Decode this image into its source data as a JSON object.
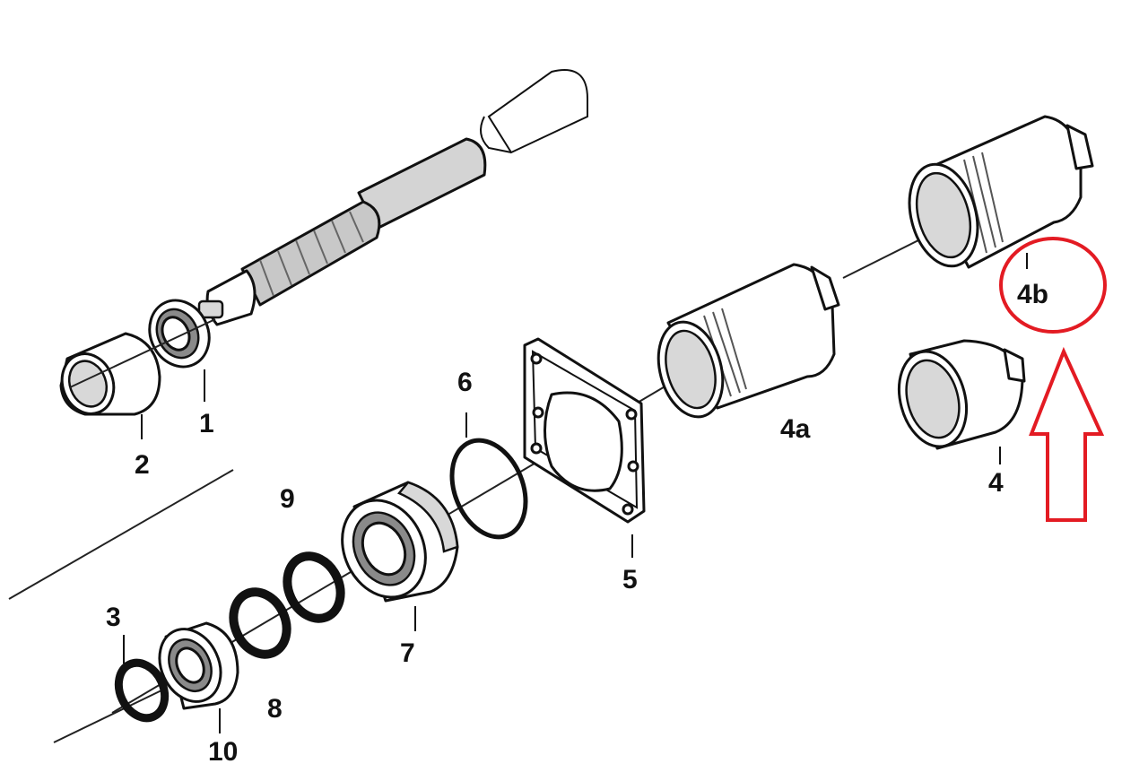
{
  "labels": {
    "part_1": "1",
    "part_2": "2",
    "part_3": "3",
    "part_4": "4",
    "part_4a": "4a",
    "part_4b": "4b",
    "part_5": "5",
    "part_6": "6",
    "part_7": "7",
    "part_8": "8",
    "part_9": "9",
    "part_10": "10"
  },
  "colors": {
    "line": "#111111",
    "highlight": "#e31b23",
    "background": "#ffffff"
  },
  "annotations": {
    "highlighted_part": "4b",
    "marker_shapes": [
      "circle",
      "up-arrow"
    ]
  }
}
